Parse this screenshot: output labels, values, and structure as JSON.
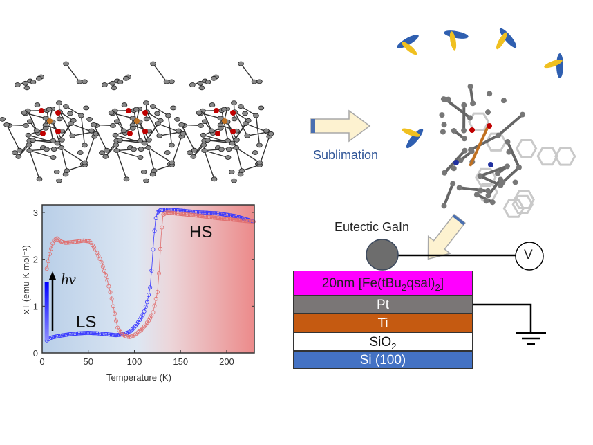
{
  "sublimation_label": "Sublimation",
  "device": {
    "contact_label": "Eutectic GaIn",
    "voltmeter_label": "V",
    "layers": [
      {
        "prefix": "20nm [Fe(tBu",
        "sub1": "2",
        "mid": "qsal)",
        "sub2": "2",
        "suffix": "]",
        "color": "#ff00ff",
        "text_color": "#222"
      },
      {
        "text": "Pt",
        "color": "#7a7676",
        "text_color": "#fff"
      },
      {
        "text": "Ti",
        "color": "#c55a11",
        "text_color": "#fff"
      },
      {
        "prefix": "SiO",
        "sub": "2",
        "color": "#ffffff",
        "text_color": "#111"
      },
      {
        "text": "Si (100)",
        "color": "#4472c4",
        "text_color": "#fff"
      }
    ]
  },
  "chart_data": {
    "type": "scatter",
    "xlabel": "Temperature (K)",
    "ylabel": "xT (emu K mol⁻¹)",
    "xlim": [
      0,
      230
    ],
    "ylim": [
      0,
      3
    ],
    "xticks": [
      "0",
      "50",
      "100",
      "150",
      "200"
    ],
    "yticks": [
      "0",
      "1",
      "2",
      "3"
    ],
    "annotations": {
      "hs": "HS",
      "ls": "LS",
      "light": "hν"
    },
    "series": [
      {
        "name": "blue",
        "color": "#3a3aff",
        "x": [
          5,
          10,
          20,
          30,
          40,
          50,
          60,
          70,
          80,
          88,
          95,
          100,
          105,
          110,
          114,
          117,
          119,
          121,
          123,
          125,
          128,
          135,
          150,
          170,
          190,
          210,
          230
        ],
        "y": [
          0.27,
          0.33,
          0.37,
          0.4,
          0.42,
          0.43,
          0.42,
          0.4,
          0.38,
          0.4,
          0.45,
          0.55,
          0.68,
          0.85,
          1.1,
          1.4,
          1.85,
          2.45,
          2.85,
          3.0,
          3.05,
          3.06,
          3.04,
          3.0,
          2.98,
          2.92,
          2.8
        ]
      },
      {
        "name": "red",
        "color": "#e07070",
        "x": [
          5,
          8,
          12,
          16,
          20,
          25,
          35,
          45,
          52,
          58,
          64,
          70,
          75,
          79,
          82,
          86,
          90,
          95,
          100,
          108,
          115,
          120,
          125,
          127,
          129,
          131,
          135,
          150,
          170,
          190,
          210,
          230
        ],
        "y": [
          1.8,
          2.1,
          2.38,
          2.45,
          2.38,
          2.35,
          2.37,
          2.4,
          2.38,
          2.2,
          1.95,
          1.6,
          1.2,
          0.8,
          0.52,
          0.42,
          0.36,
          0.34,
          0.38,
          0.5,
          0.68,
          0.85,
          1.3,
          1.8,
          2.5,
          2.95,
          3.0,
          2.97,
          2.93,
          2.88,
          2.84,
          2.8
        ]
      },
      {
        "name": "photo-excitation",
        "color": "#0000ff",
        "x": [
          5,
          5
        ],
        "y": [
          0.28,
          1.52
        ]
      }
    ]
  }
}
